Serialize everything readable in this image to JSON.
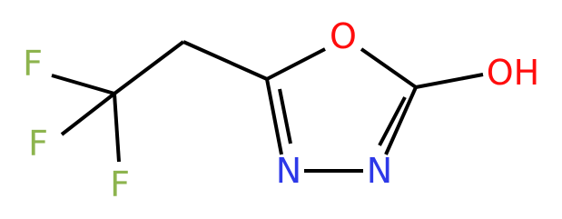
{
  "structure": {
    "atoms": {
      "f_top": {
        "symbol": "F",
        "color": "#8db44e"
      },
      "f_left": {
        "symbol": "F",
        "color": "#8db44e"
      },
      "f_bottom": {
        "symbol": "F",
        "color": "#8db44e"
      },
      "o_ring": {
        "symbol": "O",
        "color": "#ff0d0d"
      },
      "oh": {
        "symbol": "OH",
        "color": "#ff0d0d"
      },
      "n_left": {
        "symbol": "N",
        "color": "#2d39e8"
      },
      "n_right": {
        "symbol": "N",
        "color": "#2d39e8"
      }
    },
    "bond_color": "#000000"
  }
}
